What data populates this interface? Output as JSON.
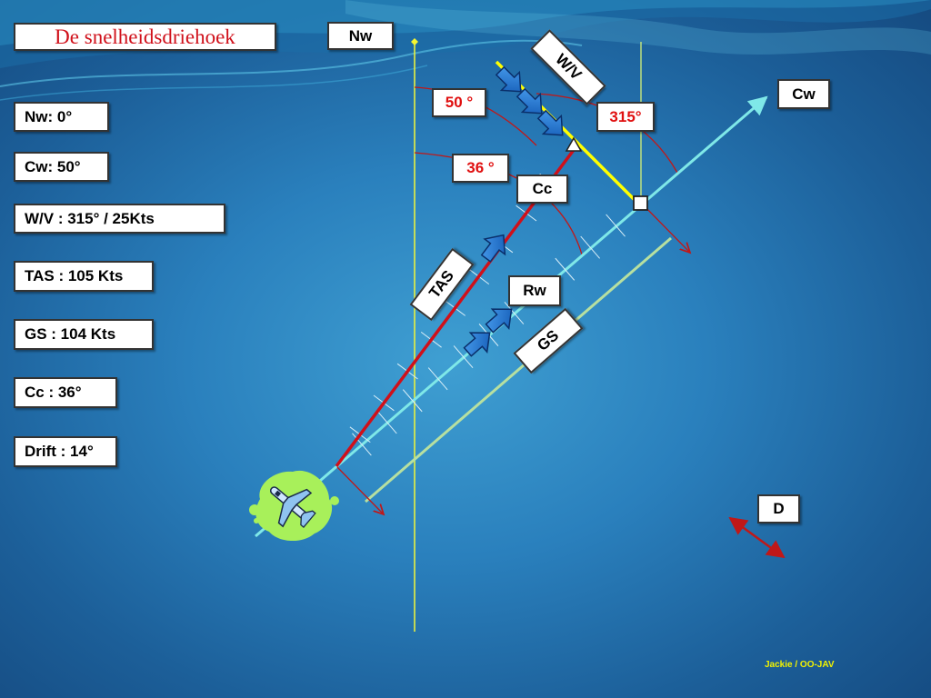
{
  "slide": {
    "title": "De snelheidsdriehoek",
    "footer": "Jackie /  OO-JAV"
  },
  "info": {
    "nw": "Nw:  0°",
    "cw": "Cw: 50°",
    "wv": "W/V : 315° / 25Kts",
    "tas": "TAS : 105 Kts",
    "gs": "GS : 104 Kts",
    "cc": "Cc : 36°",
    "drift": "Drift : 14°"
  },
  "labels": {
    "nw": "Nw",
    "cw": "Cw",
    "wv": "W/V",
    "angle_50": "50 °",
    "angle_315": "315°",
    "angle_36": "36 °",
    "cc": "Cc",
    "tas": "TAS",
    "rw": "Rw",
    "gs": "GS",
    "d": "D"
  },
  "colors": {
    "north_line": "#e8f040",
    "course_line": "#7fe8e8",
    "tas_vector": "#d0101a",
    "gs_line": "#b7e0a0",
    "wind_vector": "#ffff00",
    "angle_arcs": "#c01818",
    "arrows": "#1a6fc8"
  },
  "icons": {
    "aircraft": "airplane-icon",
    "wind_arrows": "wind-arrow-icon"
  }
}
